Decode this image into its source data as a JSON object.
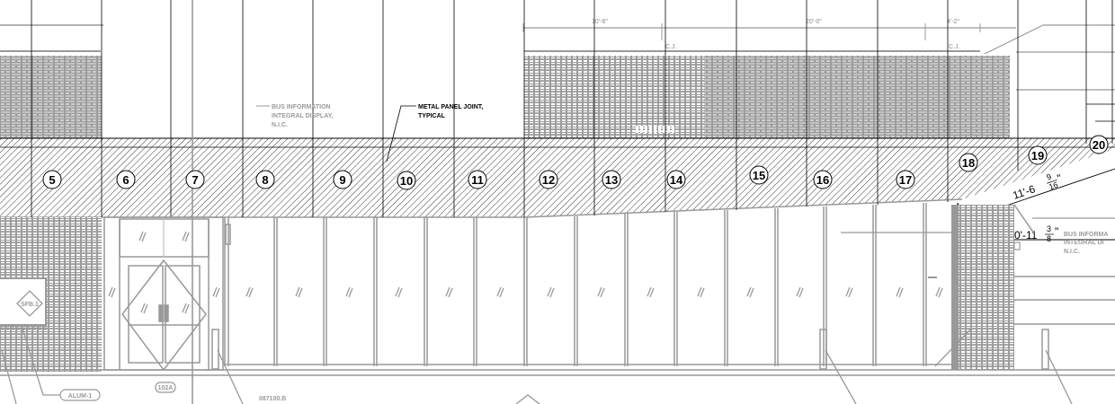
{
  "drawing": {
    "type": "building-elevation",
    "colors": {
      "linework_black": "#000000",
      "linework_gray": "#999999",
      "hatch": "#333333",
      "background": "#ffffff"
    },
    "panels": [
      {
        "id": "5",
        "label": "5"
      },
      {
        "id": "6",
        "label": "6"
      },
      {
        "id": "7",
        "label": "7"
      },
      {
        "id": "8",
        "label": "8"
      },
      {
        "id": "9",
        "label": "9"
      },
      {
        "id": "10",
        "label": "10"
      },
      {
        "id": "11",
        "label": "11"
      },
      {
        "id": "12",
        "label": "12"
      },
      {
        "id": "13",
        "label": "13"
      },
      {
        "id": "14",
        "label": "14"
      },
      {
        "id": "15",
        "label": "15"
      },
      {
        "id": "16",
        "label": "16"
      },
      {
        "id": "17",
        "label": "17"
      },
      {
        "id": "18",
        "label": "18"
      },
      {
        "id": "19",
        "label": "19"
      },
      {
        "id": "20",
        "label": "20"
      }
    ],
    "dimensions": {
      "top_left": "10'-6\"",
      "top_mid": "20'-0\"",
      "top_right": "4'-2\"",
      "control_joint_1": "C.J.",
      "control_joint_2": "C.J.",
      "diag_whole": "11'-6",
      "diag_num": "9",
      "diag_den": "16",
      "diag_inch": "\"",
      "lower_whole": "0'-11",
      "lower_num": "3",
      "lower_den": "8",
      "lower_inch": "\""
    },
    "notes": {
      "bus_info_1": [
        "BUS INFORMATION",
        "INTEGRAL DISPLAY,",
        "N.I.C."
      ],
      "bus_info_2": [
        "BUS INFORMA",
        "INTEGRAL DI",
        "N.I.C."
      ],
      "metal_panel": [
        "METAL PANEL JOINT,",
        "TYPICAL"
      ]
    },
    "tags": {
      "sign_tag": "SFB.1",
      "material_tag": "ALUM-1",
      "door_tag": "102A",
      "spec_ref": "087100.B"
    }
  }
}
